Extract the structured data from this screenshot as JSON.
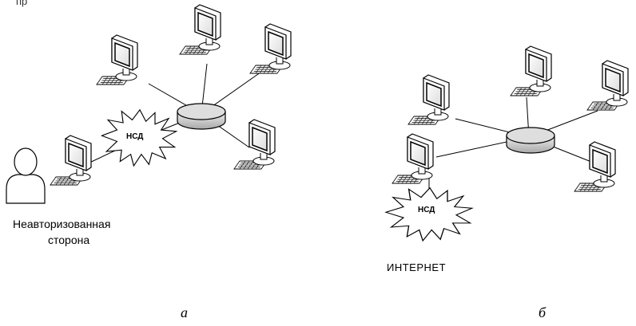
{
  "top_partial_text": "пр",
  "panel_a": {
    "attacker_label_line1": "Неавторизованная",
    "attacker_label_line2": "сторона",
    "threat_label": "НСД",
    "caption": "а"
  },
  "panel_b": {
    "threat_label": "НСД",
    "internet_label": "ИНТЕРНЕТ",
    "caption": "б"
  },
  "colors": {
    "line": "#000000",
    "monitor_body": "#ffffff",
    "monitor_screen": "#ffffff",
    "hub_fill": "#d0d0d0",
    "starburst": "#ffffff"
  },
  "icons": [
    "computer-icon",
    "hub-icon",
    "starburst-icon",
    "user-icon"
  ]
}
